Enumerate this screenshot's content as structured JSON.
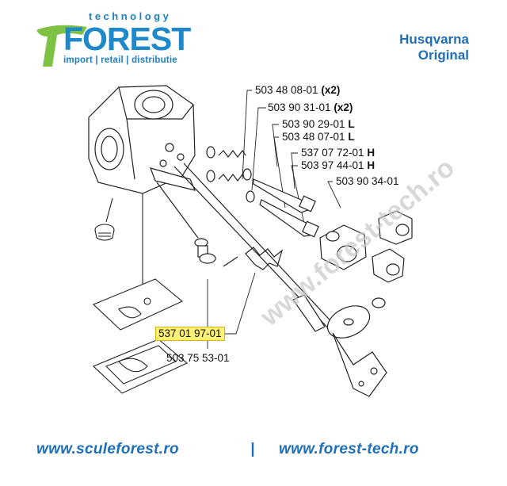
{
  "logo": {
    "tagline_top": "technology",
    "name": "FOREST",
    "tagline_bottom": "import | retail | distributie"
  },
  "brand": {
    "line1": "Husqvarna",
    "line2": "Original"
  },
  "parts": [
    {
      "number": "503 48 08-01",
      "suffix": "(x2)"
    },
    {
      "number": "503 90 31-01",
      "suffix": "(x2)"
    },
    {
      "number": "503 90 29-01",
      "suffix": "L"
    },
    {
      "number": "503 48 07-01",
      "suffix": "L"
    },
    {
      "number": "537 07 72-01",
      "suffix": "H"
    },
    {
      "number": "503 97 44-01",
      "suffix": "H"
    },
    {
      "number": "503 90 34-01",
      "suffix": ""
    },
    {
      "number": "537 01 97-01",
      "suffix": "",
      "highlighted": true
    },
    {
      "number": "503 75 53-01",
      "suffix": ""
    }
  ],
  "watermark": {
    "text": "www.forest-tech.ro"
  },
  "footer": {
    "site1": "www.sculeforest.ro",
    "separator": "|",
    "site2": "www.forest-tech.ro"
  },
  "colors": {
    "brand_blue": "#1e6fb5",
    "logo_green": "#7dc242",
    "highlight": "#fff176"
  }
}
